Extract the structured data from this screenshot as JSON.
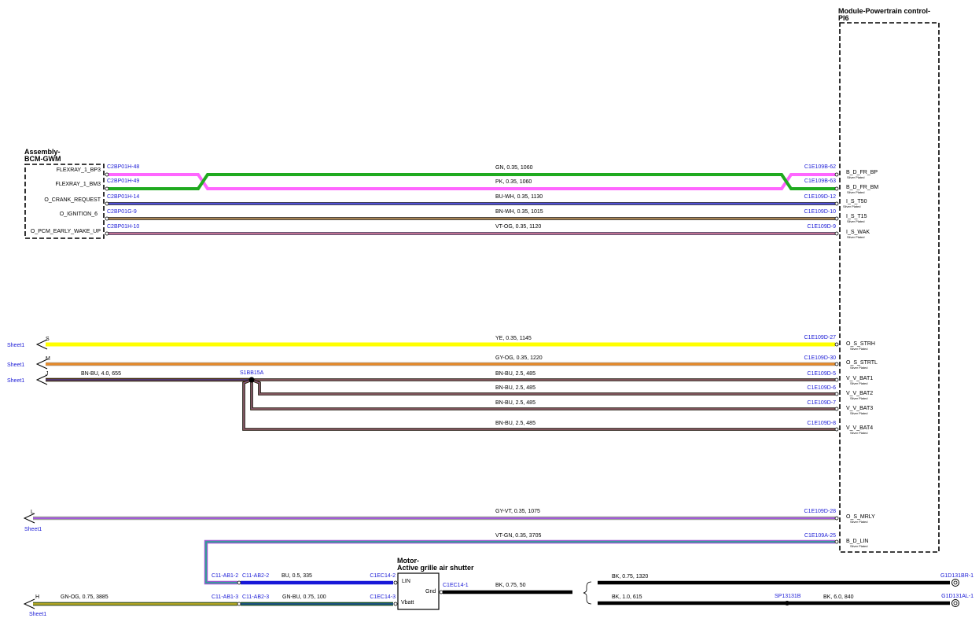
{
  "modules": {
    "pcm": {
      "title_line1": "Module-Powertrain control-",
      "title_line2": "PI6"
    },
    "bcm": {
      "title_line1": "Assembly-",
      "title_line2": "BCM-GWM"
    },
    "motor": {
      "title_line1": "Motor-",
      "title_line2": "Active grille air shutter",
      "pin_lin": "LIN",
      "pin_vbatt": "Vbatt",
      "pin_gnd": "Gnd"
    }
  },
  "plating": "Silver Plated",
  "bcm_signals": [
    {
      "signal": "FLEXRAY_1_BP3",
      "conn_left": "C2BP01H-48",
      "wire": "GN, 0.35, 1060",
      "conn_right": "C1E109B-62",
      "pin": "B_D_FR_BP",
      "colors": [
        "#ff66ff",
        "#1faa1f"
      ]
    },
    {
      "signal": "FLEXRAY_1_BM3",
      "conn_left": "C2BP01H-49",
      "wire": "PK, 0.35, 1060",
      "conn_right": "C1E109B-63",
      "pin": "B_D_FR_BM",
      "colors": [
        "#1faa1f",
        "#ff66ff"
      ]
    },
    {
      "signal": "O_CRANK_REQUEST",
      "conn_left": "C2BP01H-14",
      "wire": "BU-WH, 0.35, 1130",
      "conn_right": "C1E109D-12",
      "pin": "I_S_T50",
      "colors": [
        "#1818c8",
        "#ffffff"
      ]
    },
    {
      "signal": "O_IGNITION_6",
      "conn_left": "C2BP01G-9",
      "wire": "BN-WH, 0.35, 1015",
      "conn_right": "C1E109D-10",
      "pin": "I_S_T15",
      "colors": [
        "#8a5a1a",
        "#ffffff"
      ]
    },
    {
      "signal": "O_PCM_EARLY_WAKE_UP",
      "conn_left": "C2BP01H-10",
      "wire": "VT-OG, 0.35, 1120",
      "conn_right": "C1E109D-9",
      "pin": "I_S_WAK",
      "colors": [
        "#9b59d0",
        "#ff9a2a"
      ]
    }
  ],
  "sheet_wires": [
    {
      "sheet": "Sheet1",
      "letter": "S",
      "wire": "YE, 0.35, 1145",
      "conn_right": "C1E109D-27",
      "pin": "O_S_STRH",
      "colors": [
        "#ffff00",
        "#ffff00"
      ]
    },
    {
      "sheet": "Sheet1",
      "letter": "M",
      "wire": "GY-OG, 0.35, 1220",
      "conn_right": "C1E109D-30",
      "pin": "O_S_STRTL",
      "colors": [
        "#9a9a9a",
        "#ff9a2a"
      ]
    }
  ],
  "battery": {
    "sheet": "Sheet1",
    "letter": "J",
    "feed_wire": "BN-BU, 4.0, 655",
    "splice": "S1BB15A",
    "branches": [
      {
        "wire": "BN-BU, 2.5, 485",
        "conn_right": "C1E109D-5",
        "pin": "V_V_BAT1"
      },
      {
        "wire": "BN-BU, 2.5, 485",
        "conn_right": "C1E109D-6",
        "pin": "V_V_BAT2"
      },
      {
        "wire": "BN-BU, 2.5, 485",
        "conn_right": "C1E109D-7",
        "pin": "V_V_BAT3"
      },
      {
        "wire": "BN-BU, 2.5, 485",
        "conn_right": "C1E109D-8",
        "pin": "V_V_BAT4"
      }
    ]
  },
  "mrly": {
    "sheet": "Sheet1",
    "letter": "L",
    "wire": "GY-VT, 0.35, 1075",
    "conn_right": "C1E109D-28",
    "pin": "O_S_MRLY"
  },
  "lin": {
    "wire": "VT-GN, 0.35, 3705",
    "conn_right": "C1E109A-25",
    "pin": "B_D_LIN",
    "conn_a": "C11-AB1-2",
    "conn_b": "C11-AB2-2",
    "wire_mid": "BU, 0.5, 335",
    "conn_motor": "C1EC14-2"
  },
  "vbatt": {
    "sheet": "Sheet1",
    "letter": "H",
    "wire_left": "GN-OG, 0.75, 3885",
    "conn_a": "C11-AB1-3",
    "conn_b": "C11-AB2-3",
    "wire_mid": "GN-BU, 0.75, 100",
    "conn_motor": "C1EC14-3"
  },
  "ground": {
    "conn_motor": "C1EC14-1",
    "wire_motor": "BK, 0.75, 50",
    "wire_upper": "BK, 0.75, 1320",
    "conn_upper": "G1D131BR-1",
    "wire_lower": "BK, 1.0, 615",
    "splice": "SP13131B",
    "wire_lower2": "BK, 6.0, 840",
    "conn_lower": "G1D131AL-1"
  }
}
